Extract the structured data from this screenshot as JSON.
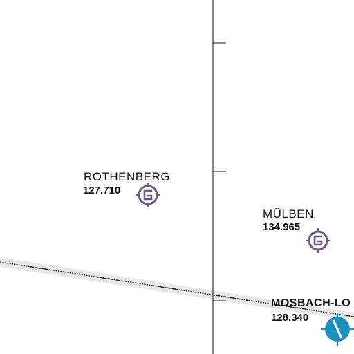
{
  "map": {
    "colors": {
      "background": "#ffffff",
      "boundary_line": "#111111",
      "airway_band": "#e9e9e9",
      "airway_line": "#111111",
      "glider_symbol": "#6c5a8e",
      "vor_symbol": "#1a8fc0"
    },
    "stations": [
      {
        "name": "ROTHENBERG",
        "frequency": "127.710",
        "symbol": "glider-site-icon"
      },
      {
        "name": "MÜLBEN",
        "frequency": "134.965",
        "symbol": "glider-site-icon"
      },
      {
        "name": "MOSBACH-LO",
        "frequency": "128.340",
        "symbol": "vor-navaid-icon"
      }
    ]
  }
}
